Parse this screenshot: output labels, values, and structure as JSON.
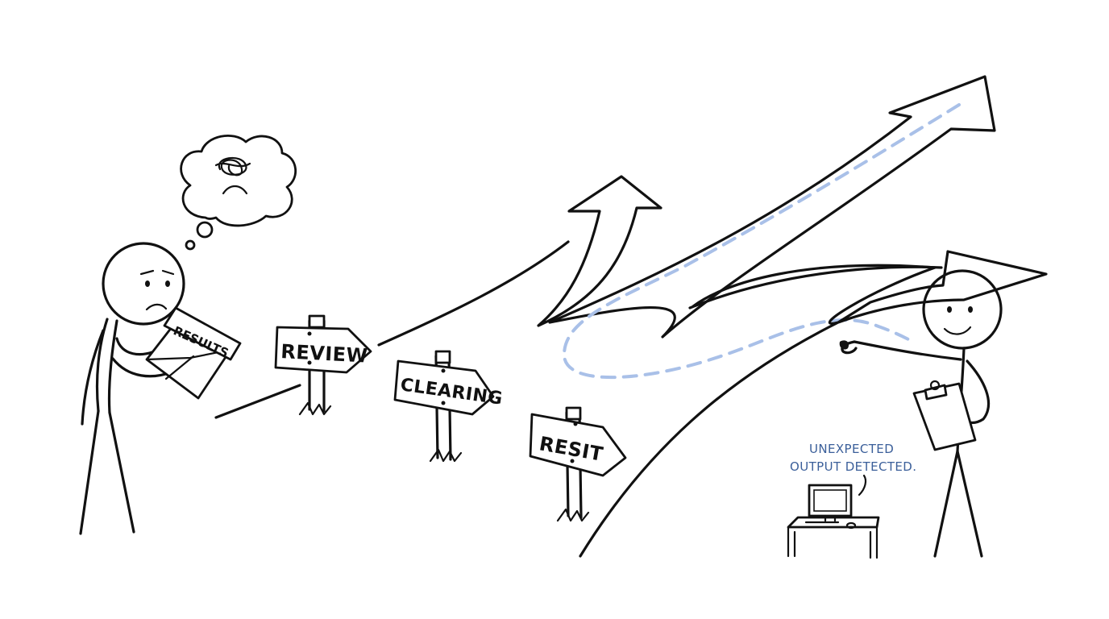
{
  "envelope": {
    "label": "RESULTS"
  },
  "signs": [
    {
      "id": "review",
      "label": "REVIEW"
    },
    {
      "id": "clearing",
      "label": "CLEARING"
    },
    {
      "id": "resit",
      "label": "RESIT"
    }
  ],
  "caption": {
    "line1": "UNEXPECTED",
    "line2": "OUTPUT DETECTED."
  },
  "colors": {
    "ink": "#111111",
    "highlight_fill": "#cddcf5",
    "dash": "#a9c0e8",
    "caption": "#3b5f9a"
  },
  "icons": {
    "thought": "thought-bubble-icon",
    "computer": "computer-icon",
    "clipboard": "clipboard-icon"
  }
}
